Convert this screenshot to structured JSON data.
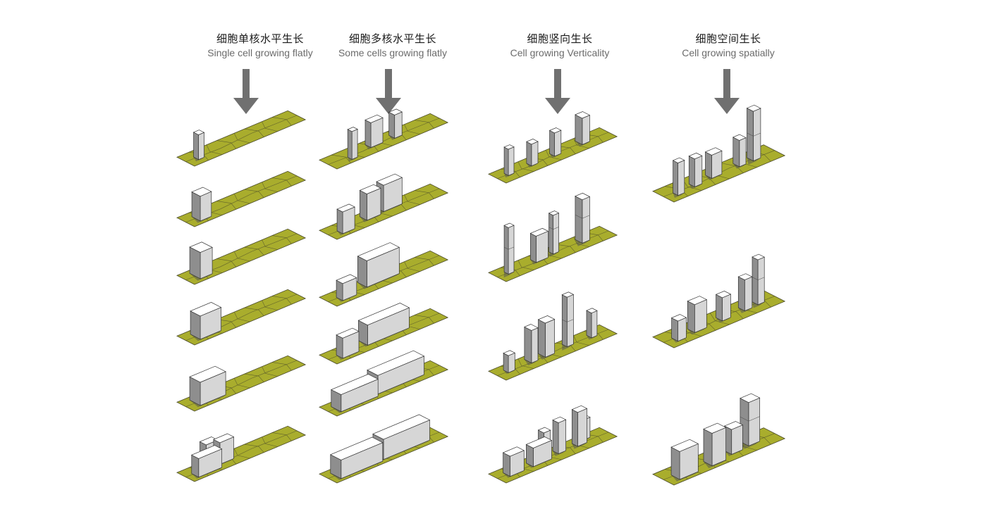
{
  "colors": {
    "ground": "#a9ad2d",
    "ground_stroke": "#4a4a2a",
    "arrow": "#707070",
    "box_top": "#ffffff",
    "box_light": "#d6d6d6",
    "box_dark": "#8e8e8e",
    "shadow": "#555555",
    "heading_zh": "#1a1a1a",
    "heading_en": "#6b6b6b"
  },
  "columns": [
    {
      "title_zh": "细胞单核水平生长",
      "title_en": "Single cell growing flatly",
      "stages": 6,
      "arrow_icon": "down-arrow-icon"
    },
    {
      "title_zh": "细胞多核水平生长",
      "title_en": "Some cells growing flatly",
      "stages": 6,
      "arrow_icon": "down-arrow-icon"
    },
    {
      "title_zh": "细胞竖向生长",
      "title_en": "Cell growing Verticality",
      "stages": 4,
      "arrow_icon": "down-arrow-icon"
    },
    {
      "title_zh": "细胞空间生长",
      "title_en": "Cell growing spatially",
      "stages": 3,
      "arrow_icon": "down-arrow-icon"
    }
  ]
}
